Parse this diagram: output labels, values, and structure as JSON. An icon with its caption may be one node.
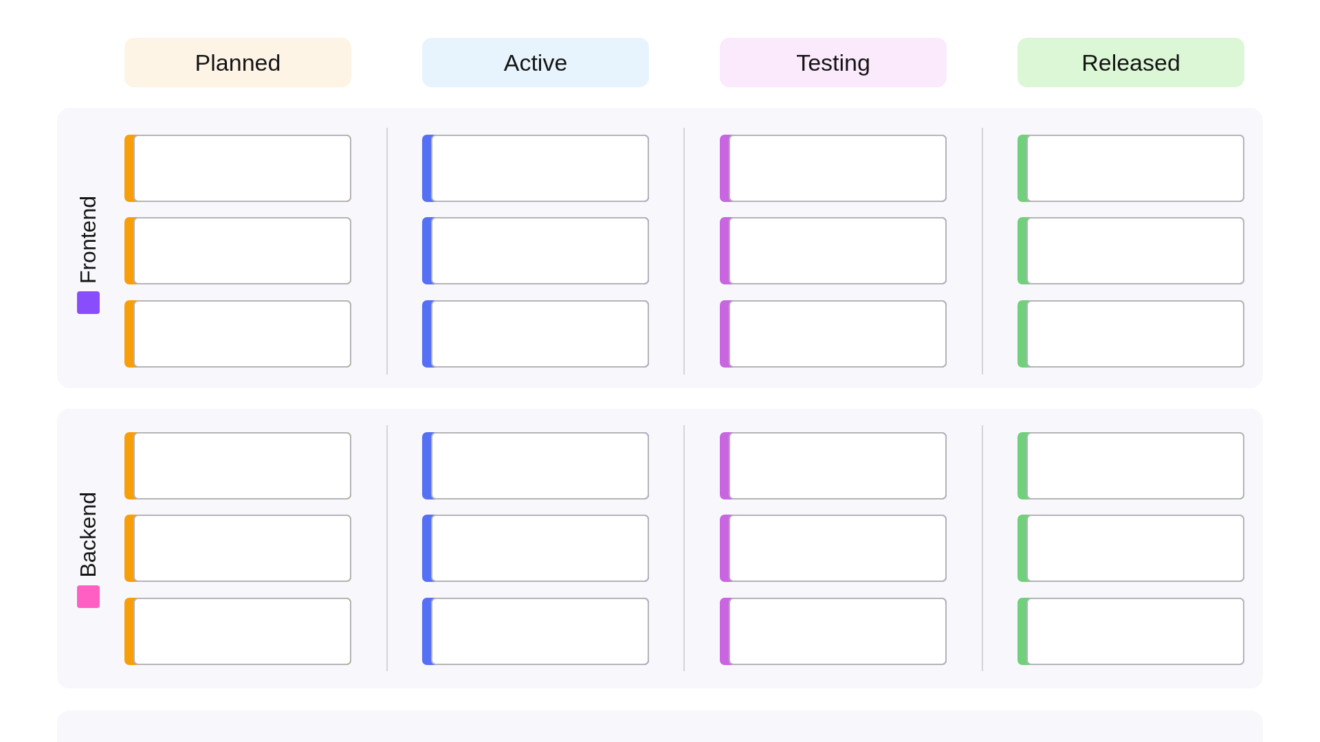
{
  "diagram": {
    "nodes": [
      {
        "text": [
          "Planned"
        ]
      },
      {
        "text": [
          "Active"
        ]
      },
      {
        "text": [
          "Testing"
        ]
      },
      {
        "text": [
          "Released"
        ]
      },
      {
        "text": [
          "Frontend"
        ]
      },
      {
        "text": [],
        "shape": "box",
        "in": 4
      },
      {
        "text": [],
        "shape": "box",
        "in": 4
      },
      {
        "text": [],
        "shape": "box",
        "in": 4
      },
      {
        "text": [],
        "shape": "box",
        "in": 4
      },
      {
        "text": [],
        "shape": "box",
        "in": 4
      },
      {
        "text": [],
        "shape": "box",
        "in": 4
      },
      {
        "text": [],
        "shape": "box",
        "in": 4
      },
      {
        "text": [],
        "shape": "box",
        "in": 4
      },
      {
        "text": [],
        "shape": "box",
        "in": 4
      },
      {
        "text": [],
        "shape": "box",
        "in": 4
      },
      {
        "text": [],
        "shape": "box",
        "in": 4
      },
      {
        "text": [],
        "shape": "box",
        "in": 4
      },
      {
        "text": [
          "Backend"
        ]
      },
      {
        "text": [],
        "shape": "box",
        "in": 17
      },
      {
        "text": [],
        "shape": "box",
        "in": 17
      },
      {
        "text": [],
        "shape": "box",
        "in": 17
      },
      {
        "text": [],
        "shape": "box",
        "in": 17
      },
      {
        "text": [],
        "shape": "box",
        "in": 17
      },
      {
        "text": [],
        "shape": "box",
        "in": 17
      },
      {
        "text": [],
        "shape": "box",
        "in": 17
      },
      {
        "text": [],
        "shape": "box",
        "in": 17
      },
      {
        "text": [],
        "shape": "box",
        "in": 17
      },
      {
        "text": [],
        "shape": "box",
        "in": 17
      },
      {
        "text": [],
        "shape": "box",
        "in": 17
      },
      {
        "text": [],
        "shape": "box",
        "in": 17
      },
      {
        "text": [],
        "shape": "box"
      }
    ]
  }
}
